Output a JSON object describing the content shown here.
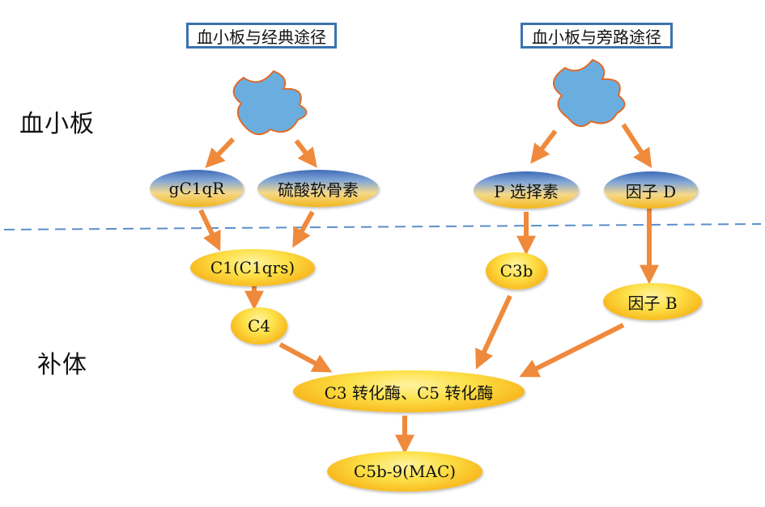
{
  "side_labels": {
    "platelet": "血小板",
    "complement": "补体"
  },
  "titles": {
    "classical": "血小板与经典途径",
    "alternative": "血小板与旁路途径"
  },
  "nodes": {
    "gc1qr": "gC1qR",
    "chondroitin": "硫酸软骨素",
    "p_selectin": "P 选择素",
    "factor_d": "因子 D",
    "c1": "C1(C1qrs)",
    "c3b": "C3b",
    "factor_b": "因子 B",
    "c4": "C4",
    "convertase": "C3 转化酶、C5 转化酶",
    "mac": "C5b-9(MAC)"
  },
  "colors": {
    "arrow": "#ef8a3c",
    "platelet_fill": "#6aaee0",
    "platelet_stroke": "#e06a2a",
    "membrane_line": "#5b8fc9",
    "title_border": "#3a72b0"
  },
  "icons": [
    "platelet-icon",
    "platelet-icon"
  ]
}
